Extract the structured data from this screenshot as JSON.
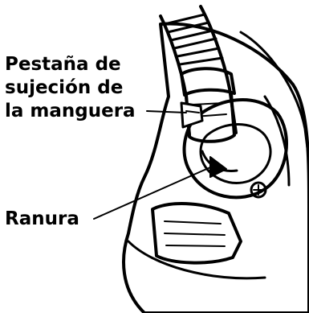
{
  "figure": {
    "callouts": {
      "hose_tab": {
        "lines": [
          "Pestaña de",
          "sujeción de",
          "la manguera"
        ]
      },
      "slot": {
        "label": "Ranura"
      }
    },
    "colors": {
      "ink": "#000000",
      "background": "#ffffff"
    },
    "icons": [
      "pool-cleaner-illustration",
      "hose-illustration"
    ]
  }
}
